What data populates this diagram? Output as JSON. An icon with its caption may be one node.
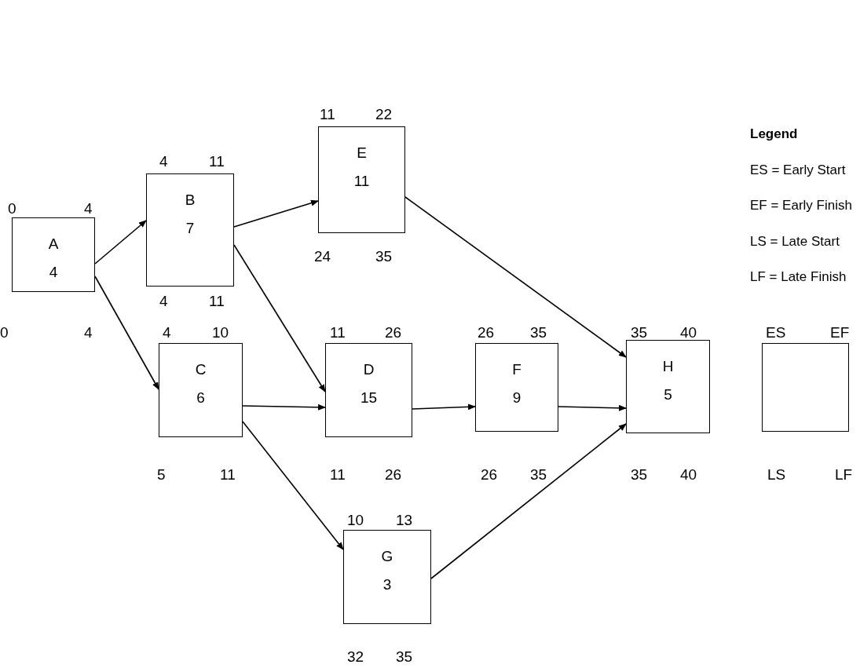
{
  "diagram": {
    "nodes": [
      {
        "text": [
          "A",
          "4"
        ],
        "beside": [
          "0",
          "4",
          "0",
          "4"
        ]
      },
      {
        "text": [
          "B",
          "7"
        ],
        "beside": [
          "4",
          "11",
          "4",
          "11"
        ]
      },
      {
        "text": [
          "E",
          "11"
        ],
        "beside": [
          "11",
          "22",
          "24",
          "35"
        ]
      },
      {
        "text": [
          "C",
          "6"
        ],
        "beside": [
          "4",
          "10",
          "5",
          "11"
        ]
      },
      {
        "text": [
          "D",
          "15"
        ],
        "beside": [
          "11",
          "26",
          "11",
          "26"
        ]
      },
      {
        "text": [
          "F",
          "9"
        ],
        "beside": [
          "26",
          "35",
          "26",
          "35"
        ]
      },
      {
        "text": [
          "H",
          "5"
        ],
        "beside": [
          "35",
          "40",
          "35",
          "40"
        ]
      },
      {
        "text": [
          "G",
          "3"
        ],
        "beside": [
          "10",
          "13",
          "32",
          "35"
        ]
      },
      {
        "text": [],
        "shape": "box",
        "beside": [
          "ES",
          "EF",
          "LS",
          "LF"
        ]
      }
    ],
    "edges": [
      {
        "from": 0,
        "to": 1,
        "arrow": "to"
      },
      {
        "from": 0,
        "to": 3,
        "arrow": "to"
      },
      {
        "from": 1,
        "to": 2,
        "arrow": "to"
      },
      {
        "from": 1,
        "to": 4,
        "arrow": "to"
      },
      {
        "from": 3,
        "to": 4,
        "arrow": "to"
      },
      {
        "from": 3,
        "to": 7,
        "arrow": "to"
      },
      {
        "from": 2,
        "to": 6,
        "arrow": "to"
      },
      {
        "from": 4,
        "to": 5,
        "arrow": "to"
      },
      {
        "from": 5,
        "to": 6,
        "arrow": "to"
      },
      {
        "from": 7,
        "to": 6,
        "arrow": "to"
      }
    ],
    "labels": [
      "Legend",
      "ES = Early Start",
      "EF = Early Finish",
      "LS = Late Start",
      "LF = Late Finish"
    ]
  }
}
